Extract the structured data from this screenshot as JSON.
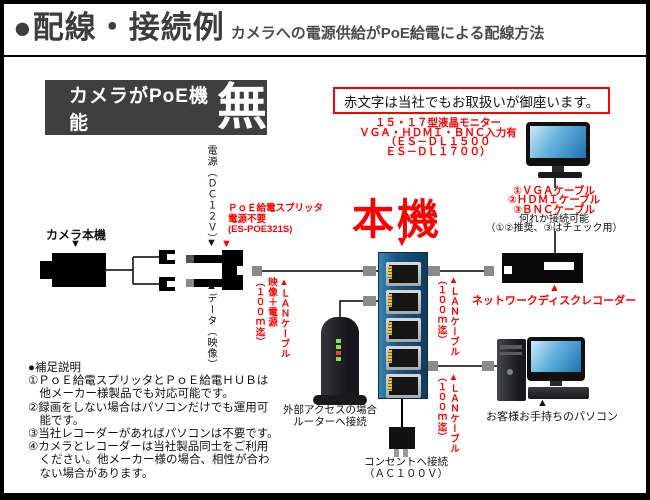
{
  "colors": {
    "accent_red": "#ff0000",
    "hub_blue": "#1a5880",
    "banner_bg": "#3f3f3f"
  },
  "markers": {
    "up": "▲",
    "down": "▼"
  },
  "header": {
    "title": "●配線・接続例",
    "subtitle": "カメラへの電源供給がPoE給電による配線方法"
  },
  "banner": {
    "label": "カメラがPoE機能",
    "emphasis": "無"
  },
  "notice": {
    "text": "赤文字は当社でもお取扱いが御座います。"
  },
  "monitor_info": {
    "text": "１５・１７型液晶モニター\nＶＧＡ・ＨＤＭＩ・ＢＮＣ入力有\n（ＥＳ－ＤＬ１５００\nＥＳ－ＤＬ１７００）"
  },
  "cable_options": {
    "red_lines": "①ＶＧＡケーブル\n②ＨＤＭＩケーブル\n③ＢＮＣケーブル",
    "black_lines": "何れか接続可能\n（①②推奨、③はチェック用）"
  },
  "main_unit": {
    "label": "本機"
  },
  "camera": {
    "label": "カメラ本機"
  },
  "power_cable": {
    "label": "電源（ＤＣ１２Ｖ）"
  },
  "data_cable": {
    "label": "データ（映像）"
  },
  "splitter": {
    "label": "ＰｏＥ給電スプリッタ\n電源不要\n(ES-POE321S)"
  },
  "lan_camera": {
    "label": "▲ＬＡＮケーブル\n映像＋電源\n（１００ｍ迄）"
  },
  "lan_recorder": {
    "label": "▲ＬＡＮケーブル\n（１００ｍ迄）"
  },
  "lan_pc": {
    "label": "▲ＬＡＮケーブル\n（１００ｍ迄）"
  },
  "recorder": {
    "label": "ネットワークディスクレコーダー"
  },
  "pc": {
    "label": "お客様お手持ちのパソコン"
  },
  "router": {
    "label": "外部アクセスの場合\nルーターへ接続"
  },
  "outlet": {
    "label": "コンセントへ接続\n（ＡＣ１００Ｖ）"
  },
  "notes": {
    "lines": [
      "●補足説明",
      "①ＰｏＥ給電スプリッタとＰｏＥ給電ＨＵＢは",
      "　他メーカー様製品でも対応可能です。",
      "②録画をしない場合はパソコンだけでも運用可",
      "　能です。",
      "③当社レコーダーがあればパソコンは不要です。",
      "④カメラとレコーダーは当社製品同士をご利用",
      "　ください。他メーカー様の場合、相性が合わ",
      "　ない場合があります。"
    ]
  }
}
